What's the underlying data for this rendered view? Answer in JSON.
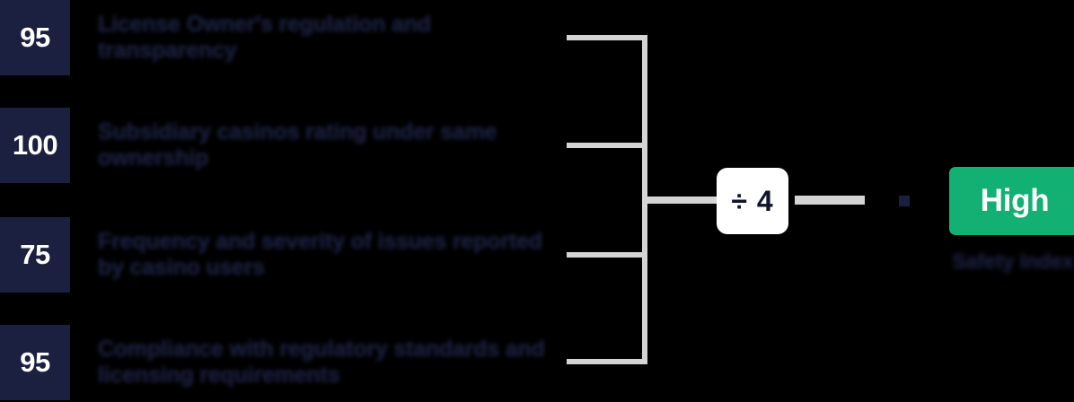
{
  "diagram": {
    "type": "formula-brace-diagram",
    "background_color": "#000000",
    "accent_colors": {
      "chip": "#1b2040",
      "brace": "#d4d4d4",
      "operator_box": "#ffffff",
      "result_badge": "#12b072",
      "obscured_text": "#1b2040"
    }
  },
  "criteria": [
    {
      "score": "95",
      "label": "License Owner's regulation and transparency",
      "obscured": true
    },
    {
      "score": "100",
      "label": "Subsidiary casinos rating under same ownership",
      "obscured": true
    },
    {
      "score": "75",
      "label": "Frequency and severity of issues reported by casino users",
      "obscured": true
    },
    {
      "score": "95",
      "label": "Compliance with regulatory standards and licensing requirements",
      "obscured": true
    }
  ],
  "operator": {
    "symbol": "÷ 4",
    "divide_glyph": "÷",
    "divisor": "4"
  },
  "equals": {
    "symbol": "=",
    "rendered": "dark-square"
  },
  "result": {
    "badge_label": "High",
    "caption": "Safety Index",
    "caption_obscured": true
  }
}
